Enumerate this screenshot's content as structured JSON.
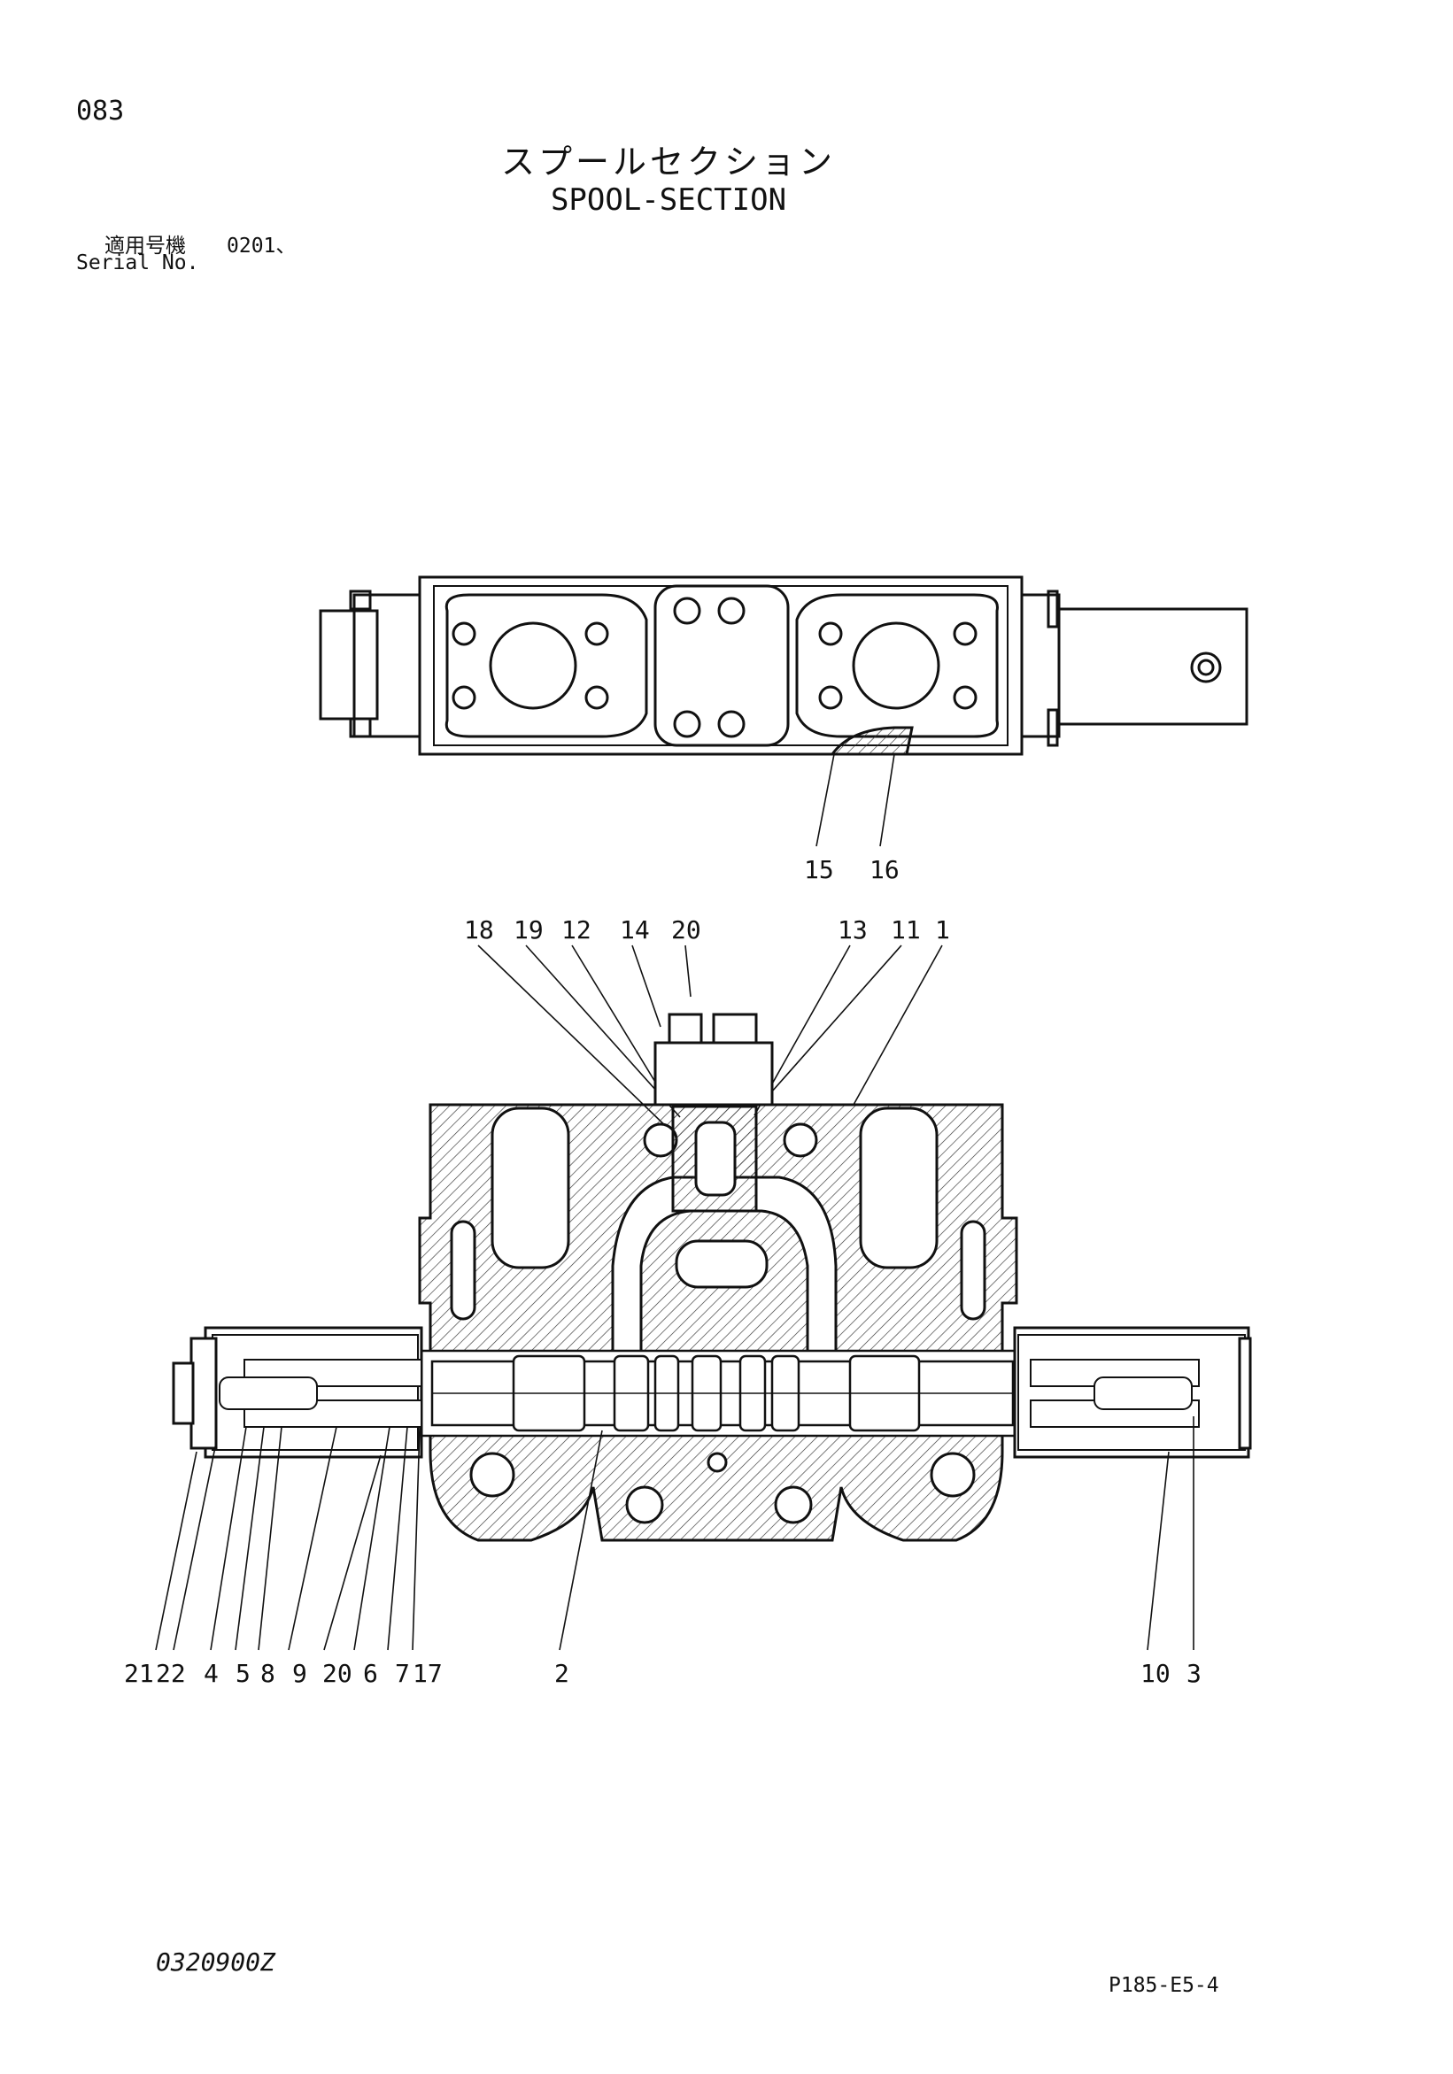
{
  "page_number": "083",
  "title_ja": "スプールセクション",
  "title_en": "SPOOL-SECTION",
  "serial": {
    "label_ja": "適用号機",
    "value": "0201、",
    "label_en": "Serial No."
  },
  "doc_code": "0320900Z",
  "page_ref": "P185-E5-4",
  "callouts_top": [
    "15",
    "16"
  ],
  "callouts_middle": [
    "18",
    "19",
    "12",
    "14",
    "20",
    "13",
    "11",
    "1"
  ],
  "callouts_bottom_left": [
    "21",
    "22",
    "4",
    "5",
    "8",
    "9",
    "20",
    "6",
    "7",
    "17"
  ],
  "callout_center_bottom": "2",
  "callouts_bottom_right": [
    "10",
    "3"
  ]
}
